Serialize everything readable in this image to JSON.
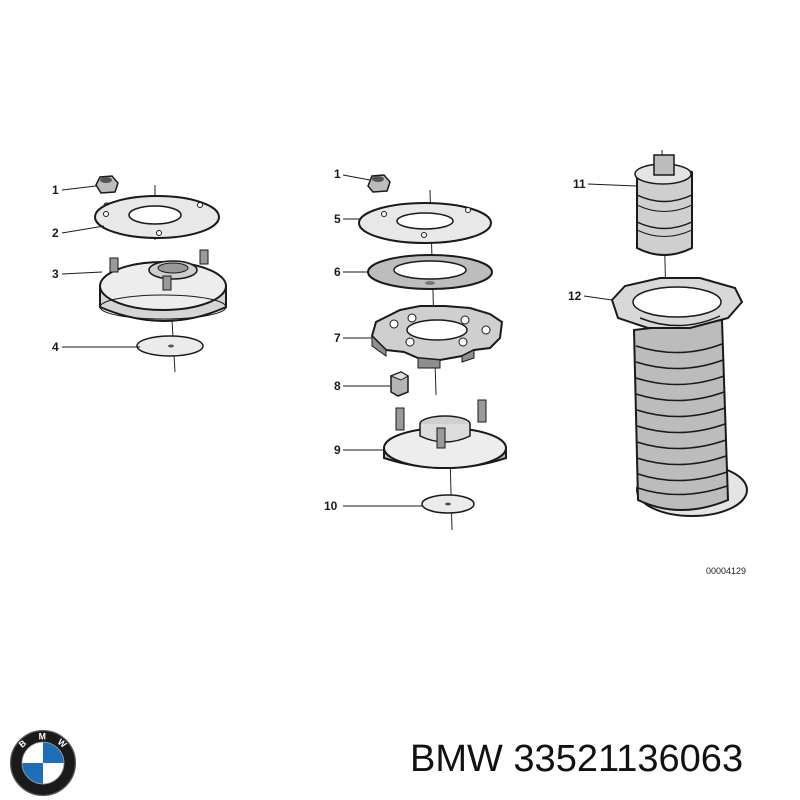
{
  "callouts": {
    "c1a": "1",
    "c2": "2",
    "c3": "3",
    "c4": "4",
    "c1b": "1",
    "c5": "5",
    "c6": "6",
    "c7": "7",
    "c8": "8",
    "c9": "9",
    "c10": "10",
    "c11": "11",
    "c12": "12"
  },
  "drawing_id": "00004129",
  "part_label": "BMW 33521136063",
  "logo": {
    "letters": [
      "B",
      "M",
      "W"
    ],
    "icon": "bmw-roundel-icon"
  },
  "colors": {
    "line": "#1a1a1a",
    "fill_light": "#e6e6e6",
    "fill_mid": "#c8c8c8",
    "fill_dark": "#8f8f8f",
    "logo_blue": "#1f6fb8"
  }
}
